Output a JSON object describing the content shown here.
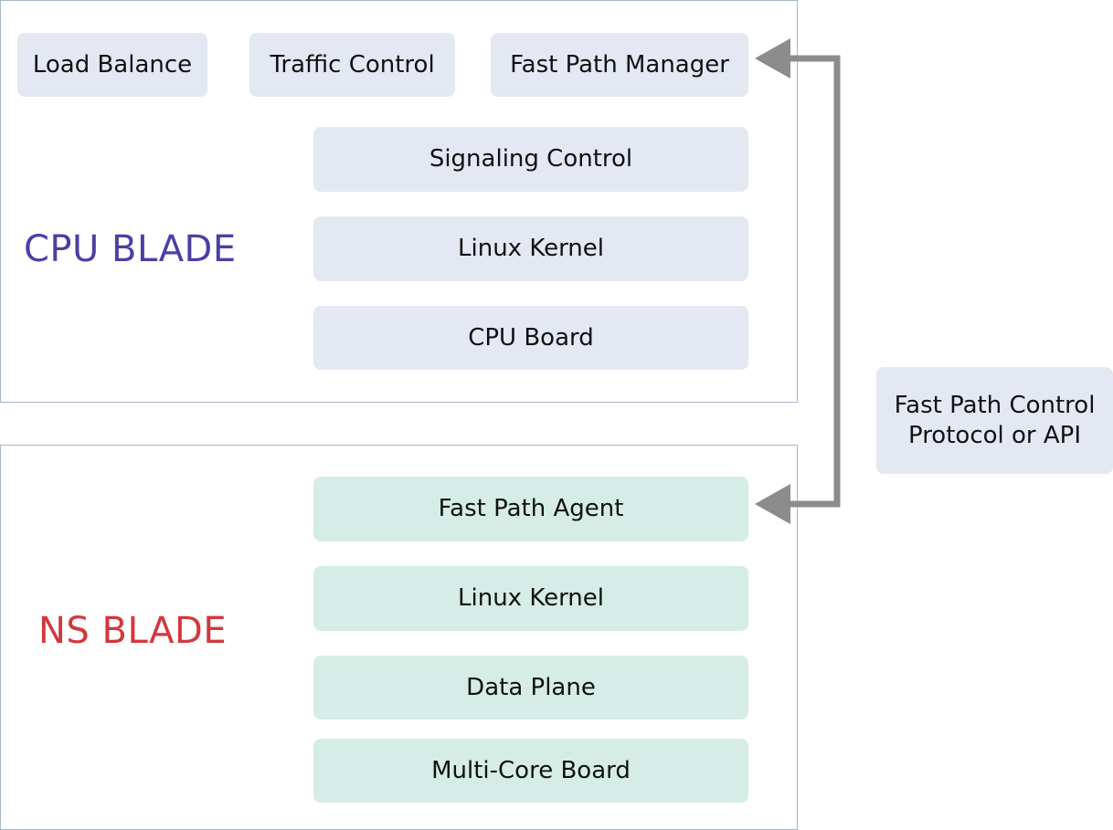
{
  "cpu_blade": {
    "title": "CPU BLADE",
    "title_color": "#4b3fa6",
    "top_row": [
      "Load Balance",
      "Traffic Control",
      "Fast Path Manager"
    ],
    "stack": [
      "Signaling Control",
      "Linux Kernel",
      "CPU Board"
    ]
  },
  "ns_blade": {
    "title": "NS BLADE",
    "title_color": "#d3373e",
    "stack": [
      "Fast Path Agent",
      "Linux Kernel",
      "Data Plane",
      "Multi-Core Board"
    ]
  },
  "protocol": {
    "line1": "Fast Path Control",
    "line2": "Protocol or API"
  },
  "colors": {
    "cpu_box_fill": "#e3e8f3",
    "ns_box_fill": "#d5ede6",
    "connector": "#8c8c8c",
    "blade_border": "#a9b7c6"
  }
}
